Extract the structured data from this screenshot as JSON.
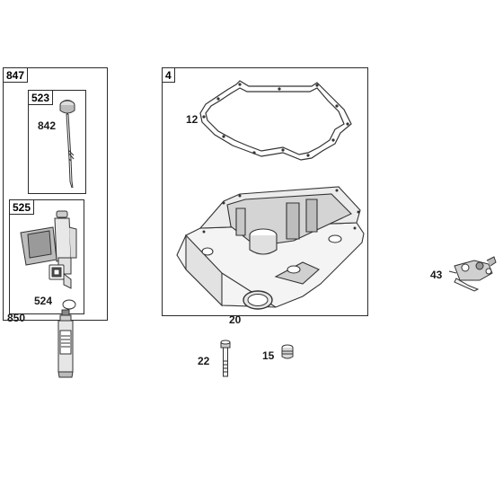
{
  "kits": {
    "k847": "847",
    "k523": "523",
    "k525": "525",
    "k4": "4"
  },
  "parts": {
    "p842": "842",
    "p524": "524",
    "p850": "850",
    "p12": "12",
    "p20": "20",
    "p22": "22",
    "p15": "15",
    "p43": "43"
  }
}
